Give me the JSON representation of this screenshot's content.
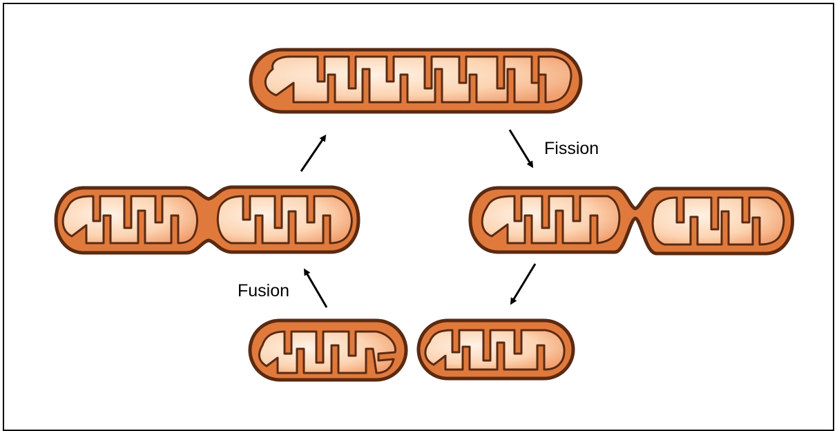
{
  "labels": {
    "fission": "Fission",
    "fusion": "Fusion"
  },
  "colors": {
    "membrane_outline": "#5a2a12",
    "outer_membrane": "#e07a3c",
    "matrix_light": "#fde0c8",
    "matrix_mid": "#f5a878",
    "arrow": "#000000",
    "frame": "#000000"
  },
  "cycle": {
    "stages": [
      "long-mitochondrion",
      "dividing-mitochondrion",
      "separated-mitochondria",
      "fusing-mitochondrion"
    ]
  }
}
